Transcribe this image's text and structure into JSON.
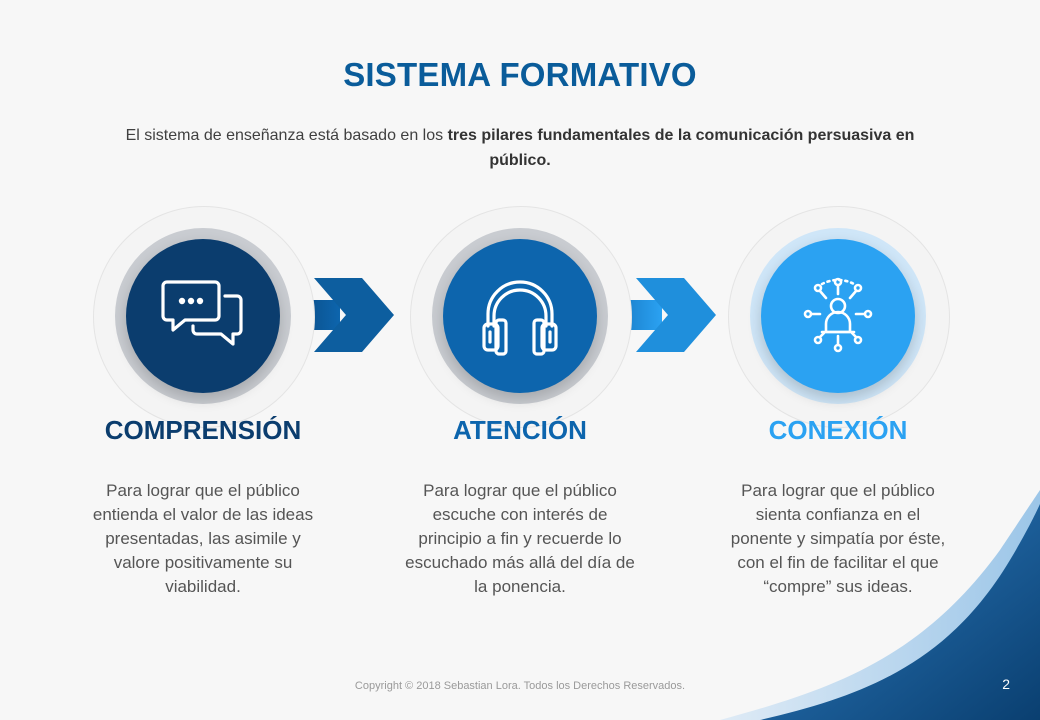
{
  "slide": {
    "title": "SISTEMA FORMATIVO",
    "subtitle_plain": "El sistema de enseñanza está basado en los ",
    "subtitle_bold": "tres pilares fundamentales de la comunicación persuasiva  en público."
  },
  "pillars": [
    {
      "title": "COMPRENSIÓN",
      "description": "Para lograr que el público entienda el valor de las ideas presentadas,  las asimile y valore positivamente su viabilidad.",
      "icon": "chat-bubbles-icon",
      "color": "#0b3d6e"
    },
    {
      "title": "ATENCIÓN",
      "description": "Para lograr que el público escuche con interés de principio a fin y recuerde lo escuchado más allá del día de la ponencia.",
      "icon": "headphones-icon",
      "color": "#0d65ad"
    },
    {
      "title": "CONEXIÓN",
      "description": "Para lograr que el público sienta confianza en el ponente  y simpatía por éste, con el fin de facilitar el que “compre”  sus ideas.",
      "icon": "network-person-icon",
      "color": "#2ba2f2"
    }
  ],
  "footer": {
    "copyright": "Copyright © 2018 Sebastian Lora. Todos los Derechos Reservados.",
    "page_number": "2"
  }
}
